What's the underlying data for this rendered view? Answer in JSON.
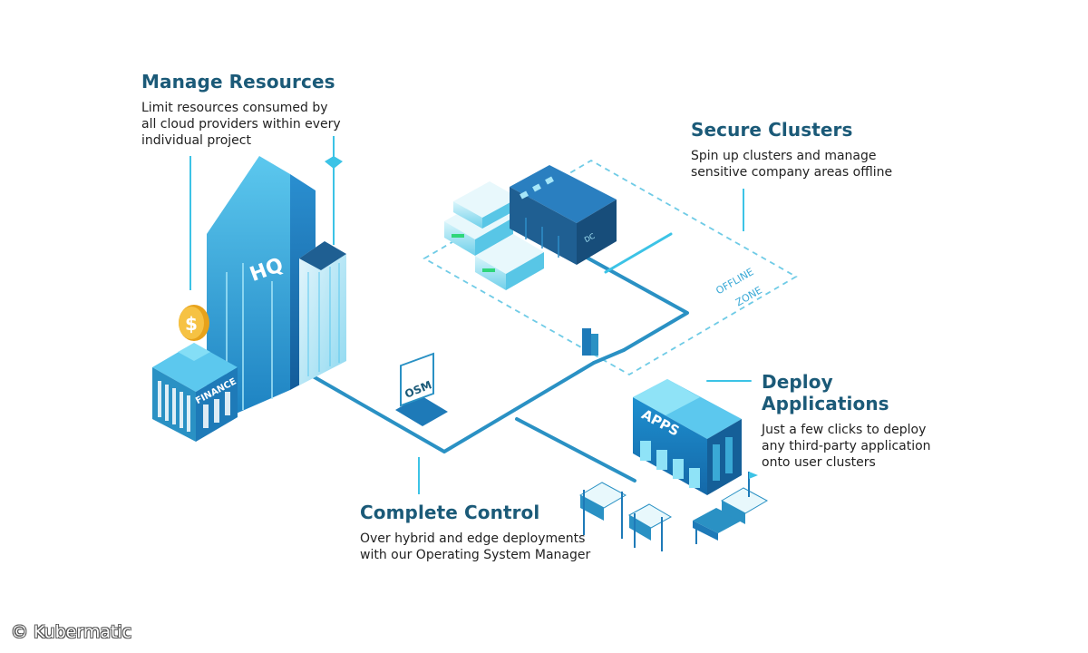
{
  "callouts": {
    "manage": {
      "title": "Manage Resources",
      "line1": "Limit resources consumed by",
      "line2": "all cloud providers within every",
      "line3": "individual project"
    },
    "secure": {
      "title": "Secure Clusters",
      "line1": "Spin up clusters and manage",
      "line2": "sensitive company areas offline"
    },
    "deploy": {
      "title": "Deploy Applications",
      "line1": "Just a few clicks to deploy",
      "line2": "any third-party application",
      "line3": "onto user clusters"
    },
    "control": {
      "title": "Complete Control",
      "line1": "Over hybrid and edge deployments",
      "line2": "with our Operating System Manager"
    }
  },
  "labels": {
    "hq": "HQ",
    "finance": "FINANCE",
    "osm": "OSM",
    "dc": "DC",
    "apps": "APPS",
    "offline1": "OFFLINE",
    "offline2": "ZONE",
    "coin": "$"
  },
  "copyright": "© Kubermatic",
  "colors": {
    "primary": "#1b5a78",
    "pipe": "#1e8fbf",
    "cyan": "#3cc3e6",
    "dark_building": "#1f5f92"
  }
}
